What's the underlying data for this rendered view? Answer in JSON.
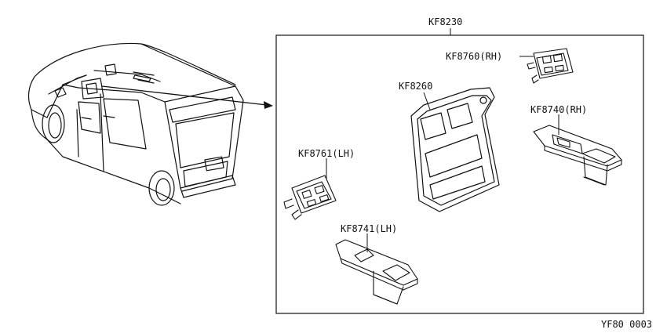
{
  "assembly": {
    "code": "KF8230"
  },
  "parts": [
    {
      "id": "kf8760",
      "code": "KF8760(RH)"
    },
    {
      "id": "kf8260",
      "code": "KF8260"
    },
    {
      "id": "kf8740",
      "code": "KF8740(RH)"
    },
    {
      "id": "kf8761",
      "code": "KF8761(LH)"
    },
    {
      "id": "kf8741",
      "code": "KF8741(LH)"
    }
  ],
  "figure": {
    "code": "YF80 0003"
  }
}
